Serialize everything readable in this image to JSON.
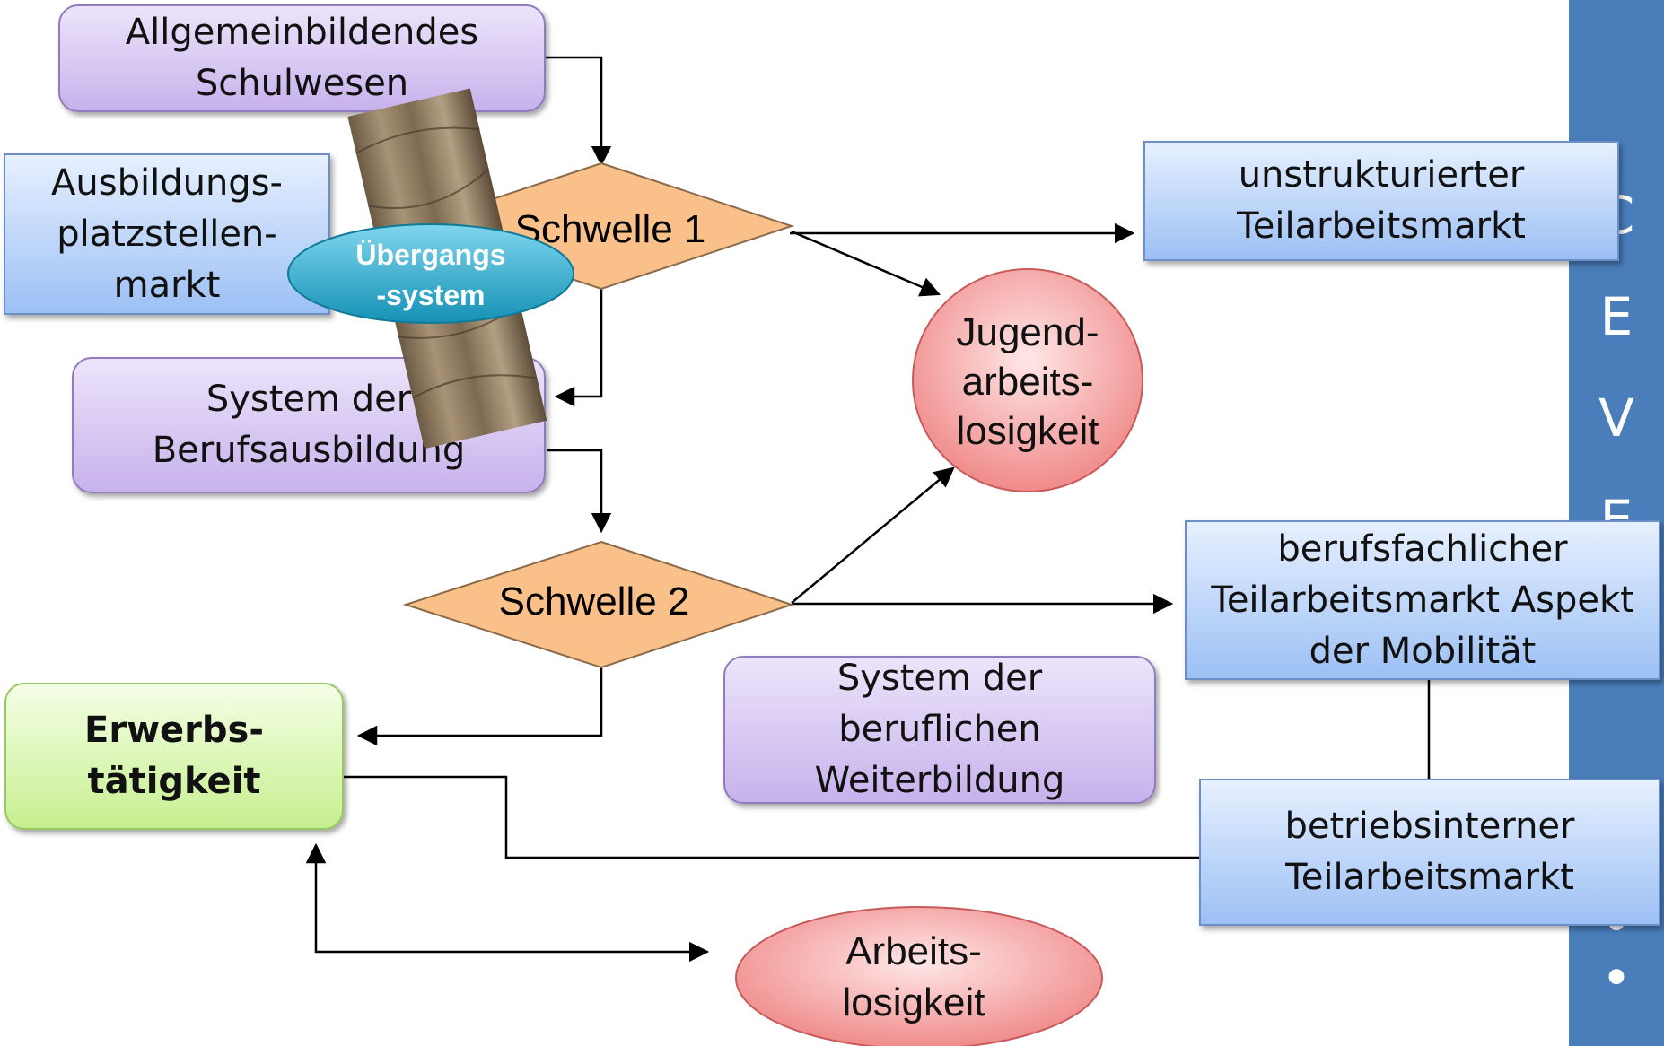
{
  "nodes": {
    "allgemein": "Allgemeinbildendes\nSchulwesen",
    "ausbildung": "Ausbildungs-\nplatzstellen-\nmarkt",
    "berufsausbildung": "System der\nBerufsausbildung",
    "schwelle1": "Schwelle 1",
    "schwelle2": "Schwelle 2",
    "uebergang_line1": "Übergangs",
    "uebergang_line2": "-system",
    "jugend_line1": "Jugend-",
    "jugend_line2": "arbeits-",
    "jugend_line3": "losigkeit",
    "arbeits_line1": "Arbeits-",
    "arbeits_line2": "losigkeit",
    "erwerb": "Erwerbs-\ntätigkeit",
    "weiterbildung": "System der\nberuflichen\nWeiterbildung",
    "unstrukturiert": "unstrukturierter\nTeilarbeitsmarkt",
    "berufsfachlich": "berufsfachlicher\nTeilarbeitsmarkt Aspekt\nder Mobilität",
    "betriebsintern": "betriebsinterner\nTeilarbeitsmarkt"
  },
  "sidebar": {
    "letters": [
      "C",
      "E",
      "V",
      "E"
    ],
    "bullets": [
      "•",
      "•"
    ]
  },
  "colors": {
    "purple_box": "#c7b2ec",
    "blue_box": "#9cc0f4",
    "green_box": "#c6ef8f",
    "diamond": "#f9c08a",
    "red_ellipse": "#f08a8a",
    "teal_ellipse": "#1fa5c8",
    "sidebar": "#4a7ebb"
  }
}
